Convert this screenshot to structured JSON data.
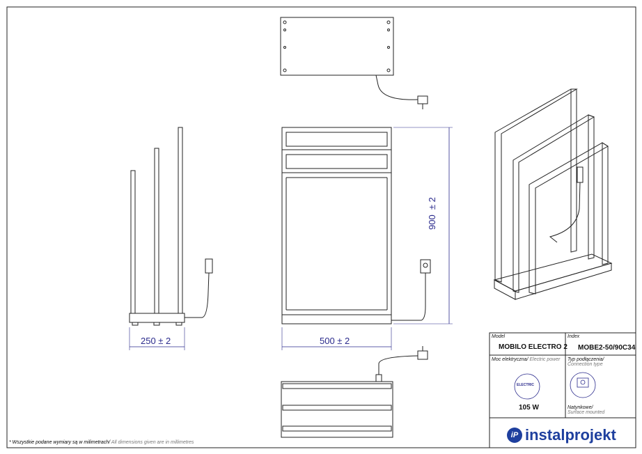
{
  "dimensions": {
    "width": "250  ± 2",
    "front_width": "500  ± 2",
    "height": "900  ± 2"
  },
  "title_block": {
    "model_label": "Model",
    "model_value": "MOBILO ELECTRO 2",
    "index_label": "Index",
    "index_value": "MOBE2-50/90C34",
    "power_label_pl": "Moc elektryczna/",
    "power_label_en": " Electric power",
    "power_icon_text": "ELECTRIC",
    "power_value": "105 W",
    "connection_label_pl": "Typ podłączenia/",
    "connection_label_en": "Connection type",
    "connection_value_pl": "Natynkowe/",
    "connection_value_en": "Surface mounted"
  },
  "brand": {
    "logo_mark": "iP",
    "name": "instalprojekt",
    "color": "#1e3f9e"
  },
  "footnote": {
    "pl": "* Wszystkie podane wymiary są w milimetrach/",
    "en": " All dimensions given are in millimetres"
  }
}
